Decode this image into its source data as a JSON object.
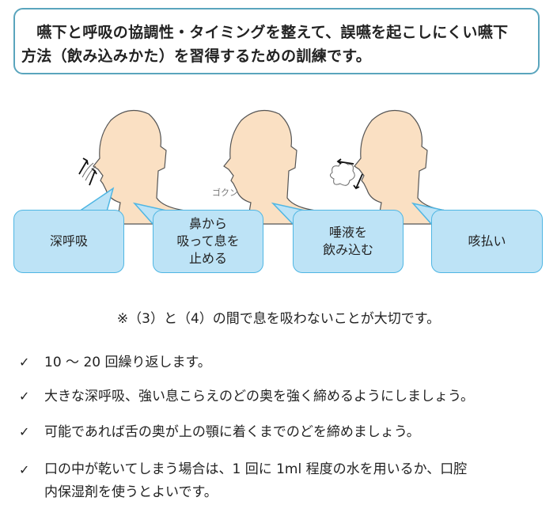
{
  "intro": {
    "line1": "　嚥下と呼吸の協調性・タイミングを整えて、誤嚥を起こしにくい嚥下",
    "line2": "方法（飲み込みかた）を習得するための訓練です。"
  },
  "figure": {
    "sound_label": "ゴクン"
  },
  "steps": [
    {
      "label": "深呼吸"
    },
    {
      "label": "鼻から\n吸って息を\n止める"
    },
    {
      "label": "唾液を\n飲み込む"
    },
    {
      "label": "咳払い"
    }
  ],
  "note": "※（3）と（4）の間で息を吸わないことが大切です。",
  "checklist": [
    {
      "icon": "check-icon",
      "text": "10 ～ 20 回繰り返します。"
    },
    {
      "icon": "check-icon",
      "text": "大きな深呼吸、強い息こらえのどの奥を強く締めるようにしましょう。"
    },
    {
      "icon": "check-icon",
      "text": "可能であれば舌の奥が上の顎に着くまでのどを締めましょう。"
    },
    {
      "icon": "check-icon",
      "text": "口の中が乾いてしまう場合は、1 回に 1ml 程度の水を用いるか、口腔\n内保湿剤を使うとよいです。"
    }
  ],
  "check_glyph": "✓",
  "colors": {
    "skin": "#fae0c3",
    "bubble": "#bde3f6",
    "bubble_border": "#4fb6e3",
    "frame": "#5aa5bd"
  }
}
